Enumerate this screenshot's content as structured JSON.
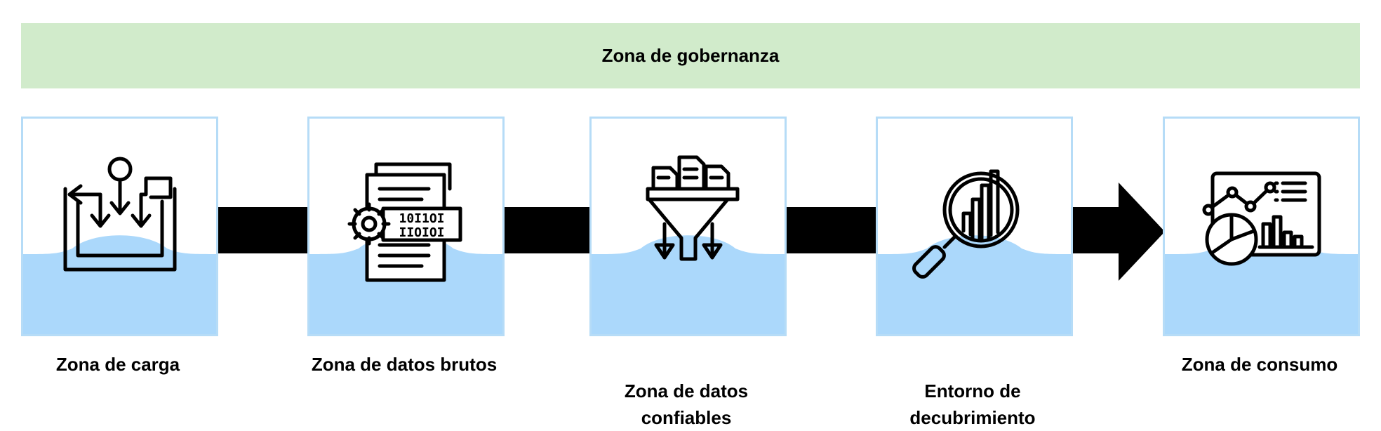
{
  "governance": {
    "title": "Zona de gobernanza"
  },
  "stages": [
    {
      "label": "Zona de carga",
      "icon": "ingest-bin-icon"
    },
    {
      "label": "Zona de datos brutos",
      "icon": "raw-data-document-gear-icon"
    },
    {
      "label": "Zona de datos\nconfiables",
      "icon": "filter-funnel-icon"
    },
    {
      "label": "Entorno de\ndecubrimiento",
      "icon": "magnifier-chart-icon"
    },
    {
      "label": "Zona de consumo",
      "icon": "dashboard-charts-icon"
    }
  ],
  "colors": {
    "governance_bg": "#d1ebcb",
    "stage_border": "#b6dcf7",
    "water": "#abd8fb",
    "connector": "#000000"
  }
}
